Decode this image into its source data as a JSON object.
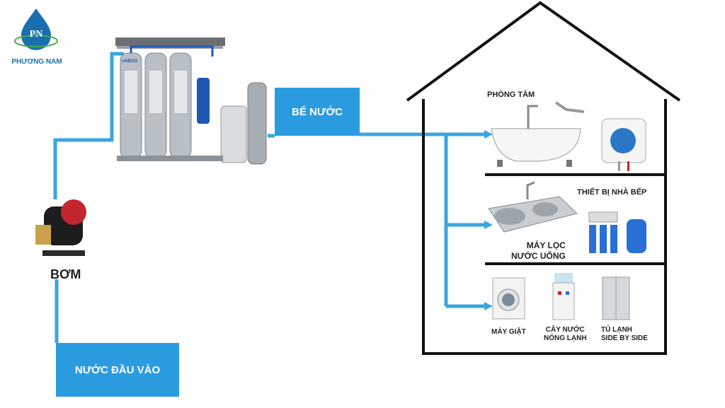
{
  "logo": {
    "initials": "PN",
    "name": "PHƯƠNG NAM"
  },
  "labels": {
    "pump": "BƠM",
    "tank": "BỂ NƯỚC",
    "input": "NƯỚC ĐẦU VÀO",
    "bathroom": "PHÒNG TẮM",
    "kitchen": "THIẾT BỊ NHÀ BẾP",
    "purifier_line1": "MÁY LỌC",
    "purifier_line2": "NƯỚC UỐNG",
    "washer": "MÁY GIẶT",
    "dispenser_line1": "CÂY NƯỚC",
    "dispenser_line2": "NÓNG LẠNH",
    "fridge_line1": "TỦ LẠNH",
    "fridge_line2": "SIDE BY SIDE"
  },
  "filter_brand": "UNBOO",
  "colors": {
    "pipe": "#3aa6df",
    "box": "#2b9be0",
    "house": "#111111",
    "logo": "#1a6fb3"
  }
}
